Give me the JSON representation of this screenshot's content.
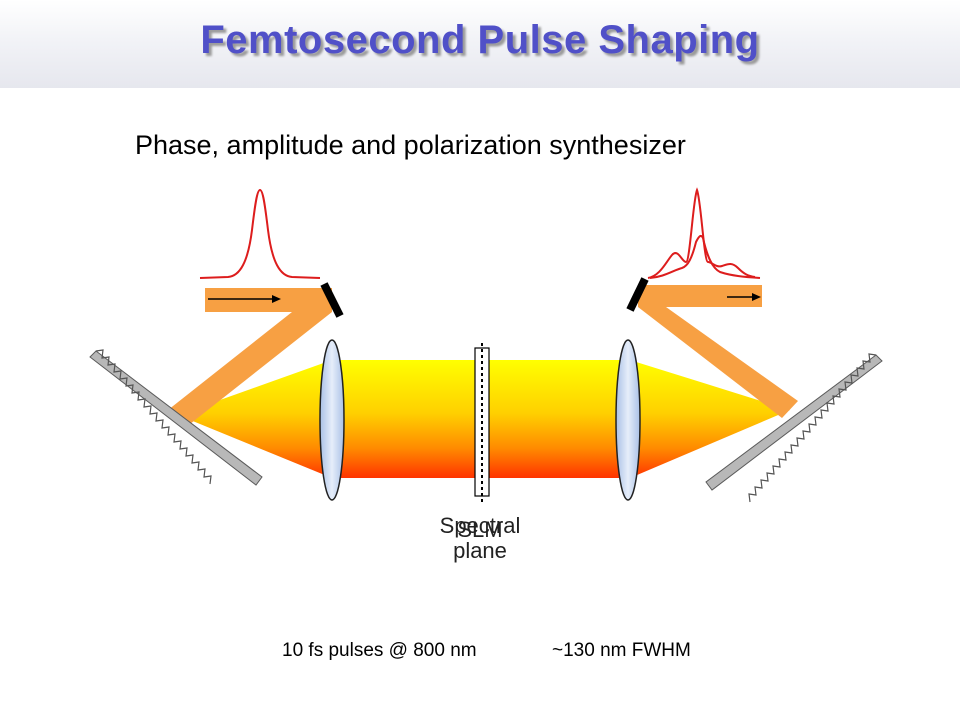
{
  "header": {
    "title": "Femtosecond Pulse Shaping"
  },
  "subtitle": "Phase, amplitude and polarization synthesizer",
  "labels": {
    "slm": "SLM",
    "spectral_line1": "Spectral",
    "spectral_line2": "plane"
  },
  "footer": {
    "pulses": "10 fs pulses @ 800 nm",
    "bandwidth": "~130 nm FWHM"
  },
  "colors": {
    "title": "#5050c8",
    "beam": "#f7a043",
    "spectrum_top": "#ffff00",
    "spectrum_bottom": "#ff3b00",
    "pulse_trace": "#dd1d1d",
    "lens": "#c8d8f0",
    "grating": "#b4b4b4"
  },
  "icons": [
    "input-arrow-icon",
    "output-arrow-icon"
  ]
}
